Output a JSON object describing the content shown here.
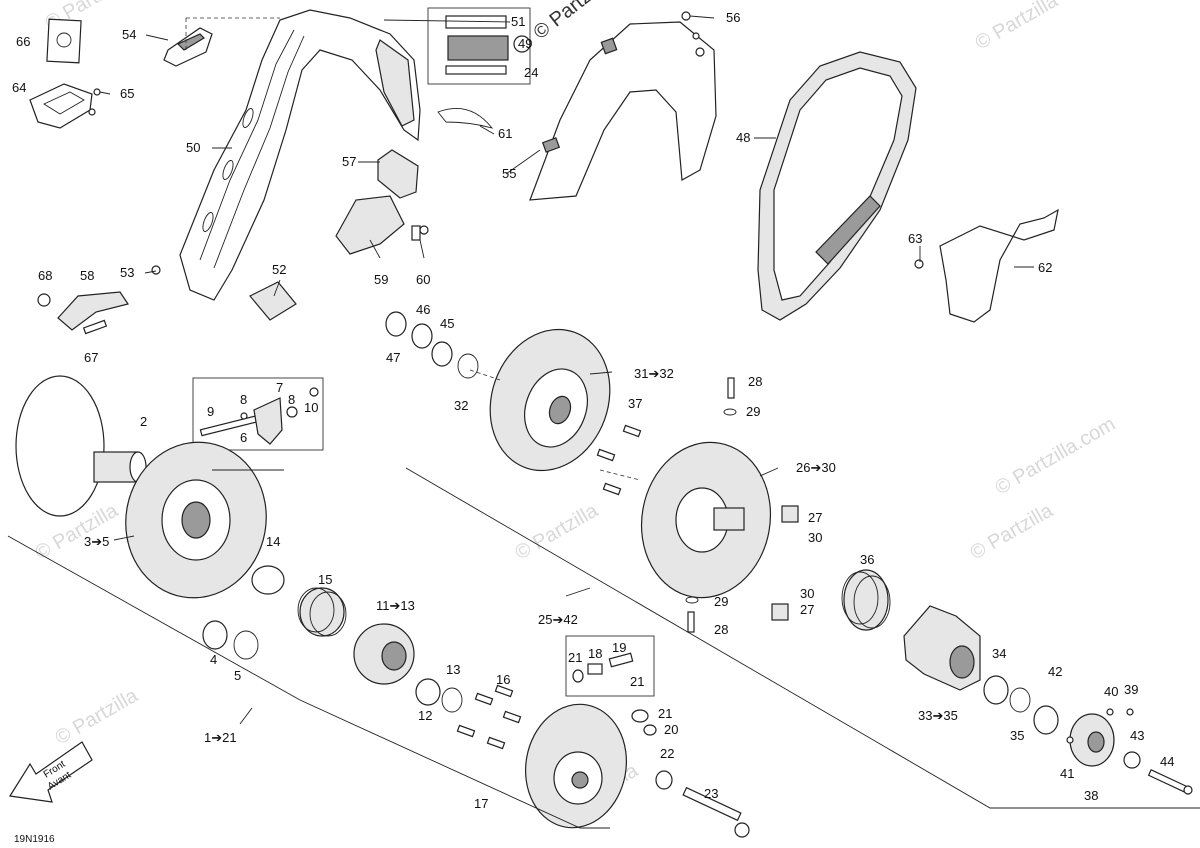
{
  "diagram_code": "19N1916",
  "watermark": "© Partzilla",
  "watermark_full": "© Partzilla.com",
  "front_arrow": {
    "line1": "Front",
    "line2": "Avant"
  },
  "callouts": {
    "c66": "66",
    "c54": "54",
    "c51": "51",
    "c49": "49",
    "c24": "24",
    "c56": "56",
    "c64": "64",
    "c65": "65",
    "c61": "61",
    "c48": "48",
    "c50": "50",
    "c57": "57",
    "c55": "55",
    "c63": "63",
    "c62": "62",
    "c59": "59",
    "c60": "60",
    "c68": "68",
    "c58": "58",
    "c53": "53",
    "c52": "52",
    "c67": "67",
    "c46": "46",
    "c45": "45",
    "c47": "47",
    "c32": "32",
    "c31": "31➔32",
    "c28a": "28",
    "c29a": "29",
    "c37": "37",
    "c7": "7",
    "c8": "8",
    "c9": "9",
    "c10": "10",
    "c8b": "8",
    "c6": "6",
    "c2": "2",
    "c26": "26➔30",
    "c27a": "27",
    "c30a": "30",
    "c3": "3➔5",
    "c14": "14",
    "c15": "15",
    "c11": "11➔13",
    "c36": "36",
    "c25": "25➔42",
    "c30b": "30",
    "c27b": "27",
    "c29b": "29",
    "c28b": "28",
    "c4": "4",
    "c5": "5",
    "c19": "19",
    "c18": "18",
    "c21a": "21",
    "c21b": "21",
    "c13": "13",
    "c16": "16",
    "c34": "34",
    "c42": "42",
    "c40": "40",
    "c39": "39",
    "c12": "12",
    "c33": "33➔35",
    "c35": "35",
    "c1": "1➔21",
    "c21c": "21",
    "c20": "20",
    "c43": "43",
    "c22": "22",
    "c41": "41",
    "c44": "44",
    "c23": "23",
    "c38": "38",
    "c17": "17"
  }
}
